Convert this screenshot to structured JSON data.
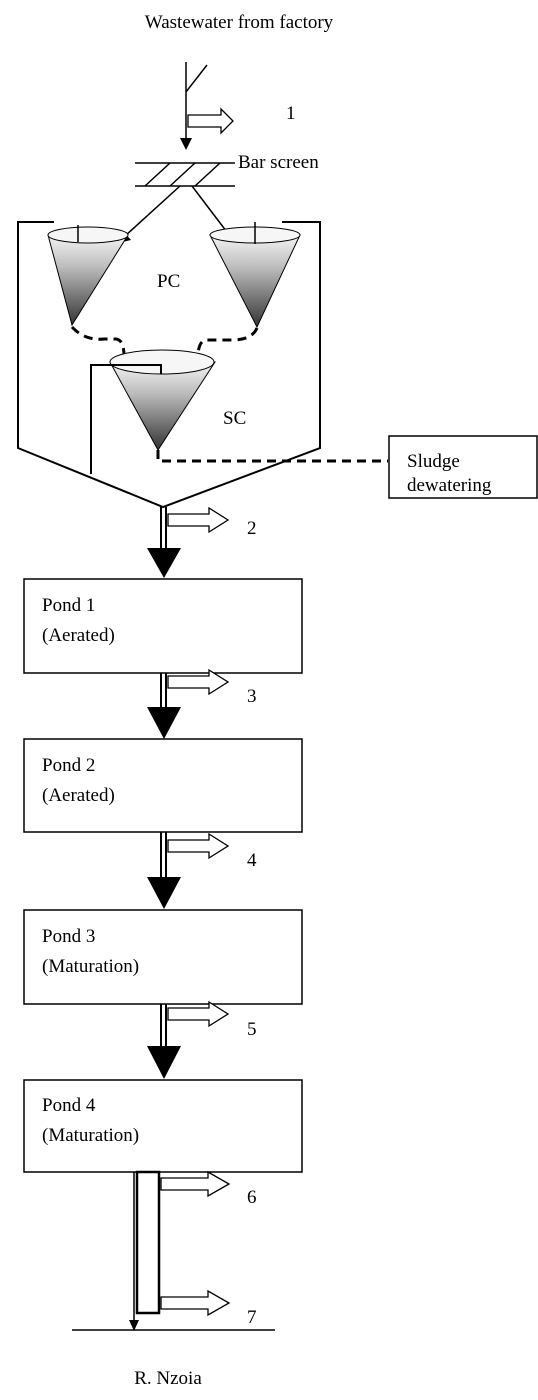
{
  "title": "Wastewater from factory",
  "bar_screen": "Bar screen",
  "primary_clarifier": "PC",
  "secondary_clarifier": "SC",
  "sludge_box": {
    "line1": "Sludge",
    "line2": "dewatering"
  },
  "ponds": [
    {
      "line1": "Pond 1",
      "line2": "(Aerated)"
    },
    {
      "line1": "Pond 2",
      "line2": "(Aerated)"
    },
    {
      "line1": "Pond 3",
      "line2": "(Maturation)"
    },
    {
      "line1": "Pond 4",
      "line2": "(Maturation)"
    }
  ],
  "sampling_points": [
    "1",
    "2",
    "3",
    "4",
    "5",
    "6",
    "7"
  ],
  "receiving_water": "R. Nzoia",
  "colors": {
    "line": "#000000",
    "cone_top": "#f2f2f2",
    "cone_bottom": "#3a3a3a"
  }
}
